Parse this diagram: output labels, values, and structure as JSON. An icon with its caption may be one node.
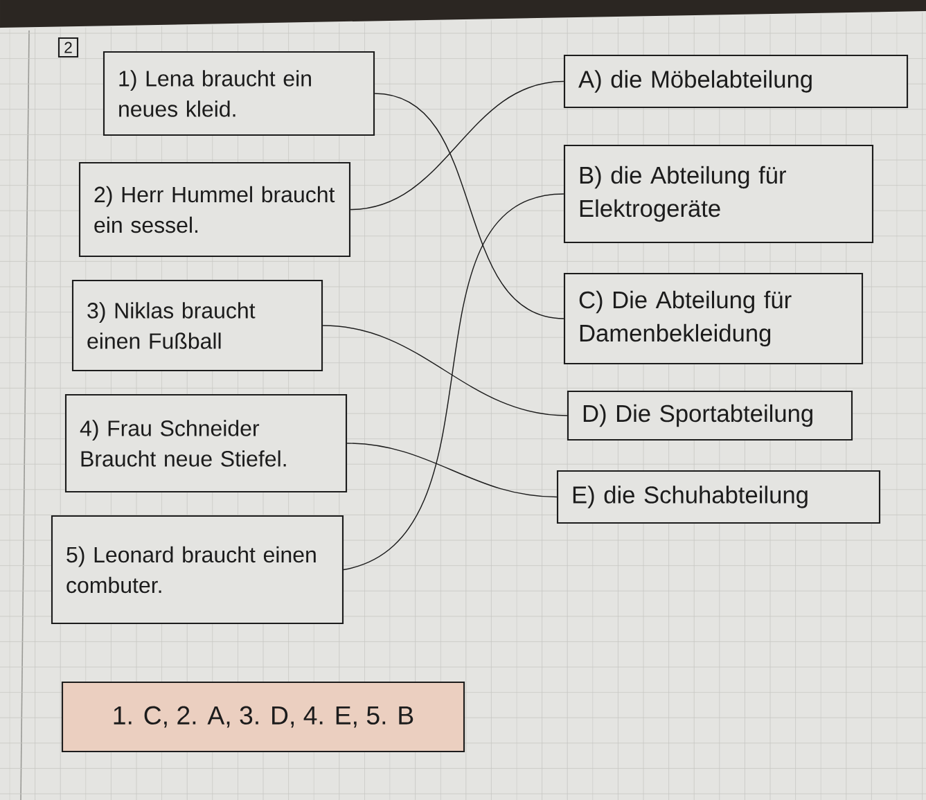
{
  "diagram": {
    "nodes": [
      {
        "text": [
          "2"
        ]
      },
      {
        "text": [
          "1) Lena braucht ein neues kleid."
        ]
      },
      {
        "text": [
          "2) Herr Hummel braucht ein sessel."
        ]
      },
      {
        "text": [
          "3) Niklas braucht einen Fußball"
        ]
      },
      {
        "text": [
          "4) Frau Schneider Braucht neue Stiefel."
        ]
      },
      {
        "text": [
          "5) Leonard braucht einen combuter."
        ]
      },
      {
        "text": [
          "A) die Möbelabteilung"
        ]
      },
      {
        "text": [
          "B) die Abteilung für Elektrogeräte"
        ]
      },
      {
        "text": [
          "C) Die Abteilung für Damenbekleidung"
        ]
      },
      {
        "text": [
          "D) Die Sportabteilung"
        ]
      },
      {
        "text": [
          "E) die Schuhabteilung"
        ]
      },
      {
        "text": [
          "1. C, 2. A, 3. D, 4. E, 5. B"
        ]
      }
    ],
    "edges": [
      {
        "from": 1,
        "to": 8,
        "arrow": "none"
      },
      {
        "from": 2,
        "to": 6,
        "arrow": "none"
      },
      {
        "from": 3,
        "to": 9,
        "arrow": "none"
      },
      {
        "from": 4,
        "to": 10,
        "arrow": "none"
      },
      {
        "from": 5,
        "to": 7,
        "arrow": "none"
      }
    ]
  }
}
